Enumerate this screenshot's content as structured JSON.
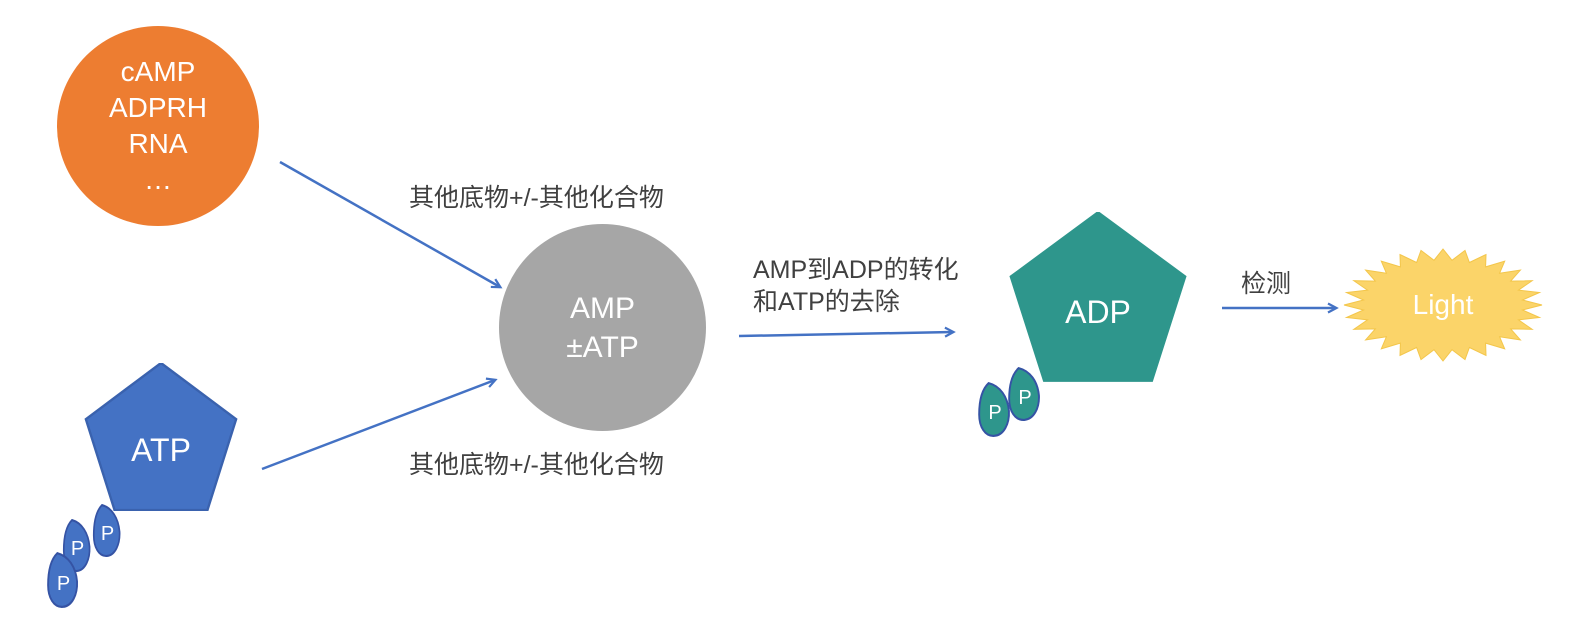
{
  "nodes": {
    "substrates": {
      "lines": [
        "cAMP",
        "ADPRH",
        "RNA",
        "…"
      ]
    },
    "amp": {
      "lines": [
        "AMP",
        "±ATP"
      ]
    },
    "atp": {
      "label": "ATP",
      "phosphates": [
        "P",
        "P",
        "P"
      ]
    },
    "adp": {
      "label": "ADP",
      "phosphates": [
        "P",
        "P"
      ]
    },
    "light": {
      "label": "Light"
    }
  },
  "labels": {
    "top_arrow": "其他底物+/-其他化合物",
    "bottom_arrow": "其他底物+/-其他化合物",
    "middle_arrow": [
      "AMP到ADP的转化",
      "和ATP的去除"
    ],
    "detect": "检测"
  },
  "colors": {
    "orange": "#ED7D31",
    "blue": "#4472C4",
    "gray": "#A6A6A6",
    "teal": "#2E968C",
    "yellow": "#FBD469",
    "arrow": "#4472C4",
    "drop_border": "#3553A4",
    "label_text": "#404040"
  }
}
